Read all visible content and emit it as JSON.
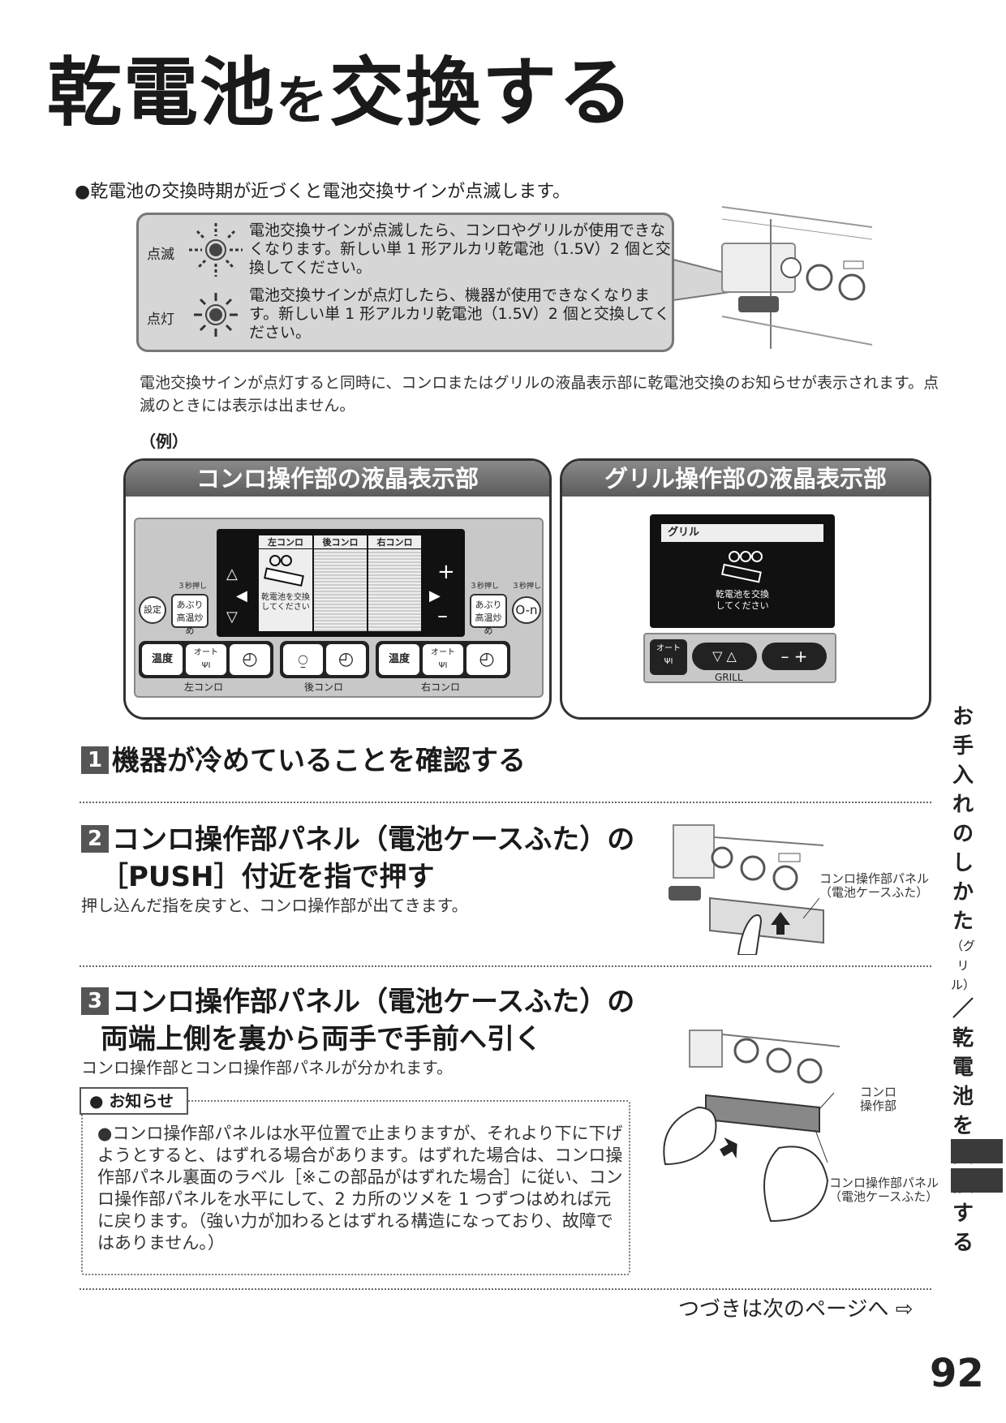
{
  "title": {
    "part1": "乾電池",
    "part2": "を",
    "part3": "交換する"
  },
  "intro": "●乾電池の交換時期が近づくと電池交換サインが点滅します。",
  "signs": [
    {
      "label": "点滅",
      "text": "電池交換サインが点滅したら、コンロやグリルが使用できなくなります。新しい単 1 形アルカリ乾電池（1.5V）2 個と交換してください。"
    },
    {
      "label": "点灯",
      "text": "電池交換サインが点灯したら、機器が使用できなくなります。新しい単 1 形アルカリ乾電池（1.5V）2 個と交換してください。"
    }
  ],
  "display_note": "電池交換サインが点灯すると同時に、コンロまたはグリルの液晶表示部に乾電池交換のお知らせが表示されます。点滅のときには表示は出ません。",
  "example_label": "（例）",
  "konro_panel": {
    "title": "コンロ操作部の液晶表示部",
    "tabs": [
      "左コンロ",
      "後コンロ",
      "右コンロ"
    ],
    "lcd_msg1": "乾電池を交換",
    "lcd_msg2": "してください",
    "press3": "３秒押し",
    "settei": "設定",
    "aburi1": "あぶり",
    "aburi2": "高温炒め",
    "ondo": "温度",
    "auto": "オート",
    "zones": [
      "左コンロ",
      "後コンロ",
      "右コンロ"
    ]
  },
  "grill_panel": {
    "title": "グリル操作部の液晶表示部",
    "tab": "グリル",
    "lcd_msg1": "乾電池を交換",
    "lcd_msg2": "してください",
    "auto": "オート",
    "grill_label": "GRILL"
  },
  "steps": [
    {
      "num": "1",
      "line1": "機器が冷めていることを確認する"
    },
    {
      "num": "2",
      "line1": "コンロ操作部パネル（電池ケースふた）の",
      "line2": "［PUSH］付近を指で押す",
      "sub": "押し込んだ指を戻すと、コンロ操作部が出てきます。"
    },
    {
      "num": "3",
      "line1": "コンロ操作部パネル（電池ケースふた）の",
      "line2": "両端上側を裏から両手で手前へ引く",
      "sub": "コンロ操作部とコンロ操作部パネルが分かれます。"
    }
  ],
  "callouts": {
    "panel_a1": "コンロ操作部パネル",
    "panel_a2": "（電池ケースふた）",
    "unit1": "コンロ",
    "unit2": "操作部",
    "panel_b1": "コンロ操作部パネル",
    "panel_b2": "（電池ケースふた）"
  },
  "notice": {
    "tag": "● お知らせ",
    "text": "●コンロ操作部パネルは水平位置で止まりますが、それより下に下げようとすると、はずれる場合があります。はずれた場合は、コンロ操作部パネル裏面のラベル［※この部品がはずれた場合］に従い、コンロ操作部パネルを水平にして、2 カ所のツメを 1 つずつはめれば元に戻ります。（強い力が加わるとはずれる構造になっており、故障ではありません。）"
  },
  "sidebar": {
    "a": "お手入れのしかた",
    "b": "（グリル）",
    "c": "／",
    "d": "乾電池を交換する"
  },
  "footer_next": "つづきは次のページへ ⇨",
  "page_number": "92"
}
